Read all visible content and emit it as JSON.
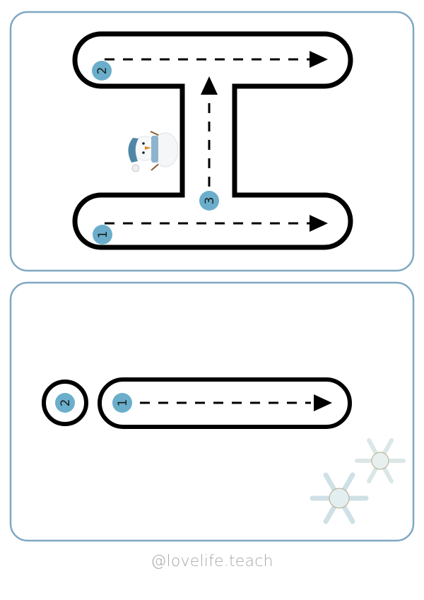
{
  "colors": {
    "card_border": "#7fa8c2",
    "step_badge": "#6aaecb",
    "track": "#000000",
    "credit": "#a8a8a8"
  },
  "card1": {
    "steps": [
      {
        "label": "1",
        "icon": "arrow-right"
      },
      {
        "label": "2",
        "icon": "arrow-right"
      },
      {
        "label": "3",
        "icon": "arrow-up"
      }
    ],
    "decoration": "snowman-icon"
  },
  "card2": {
    "steps": [
      {
        "label": "1",
        "icon": "arrow-right"
      },
      {
        "label": "2",
        "icon": "dot"
      }
    ],
    "decoration": "snowflake-icon"
  },
  "footer": {
    "credit": "@lovelife.teach"
  }
}
